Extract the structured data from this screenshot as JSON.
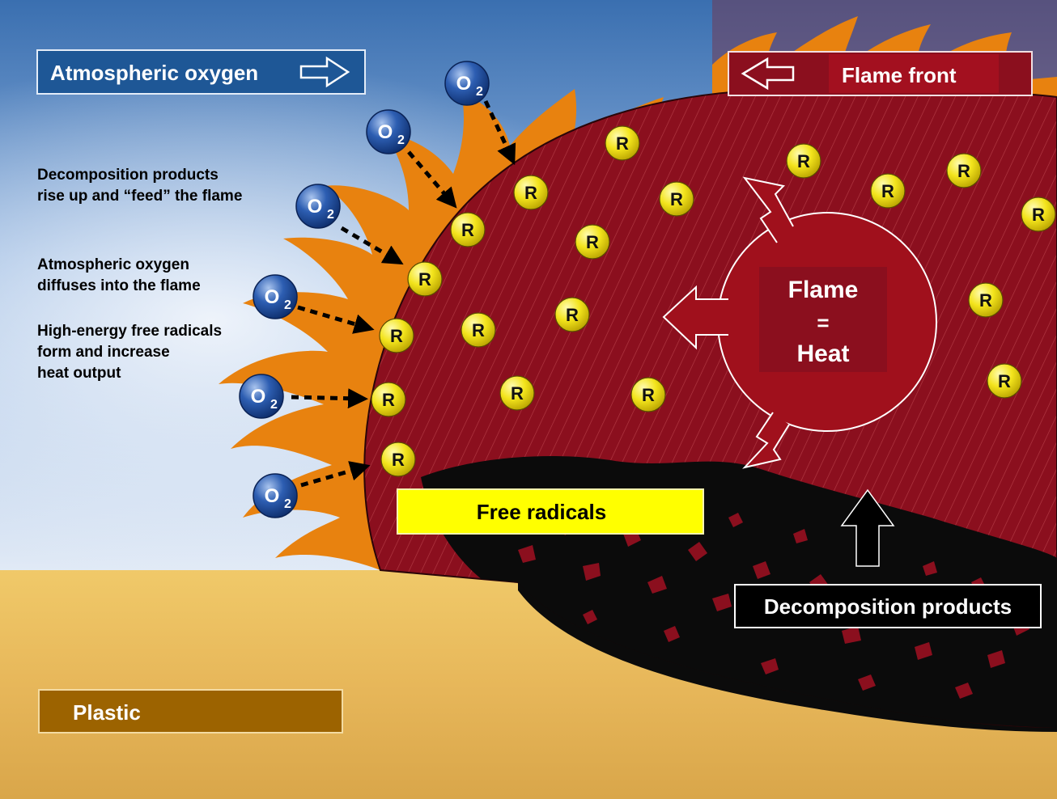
{
  "labels": {
    "atmospheric_oxygen": "Atmospheric oxygen",
    "flame_front": "Flame front",
    "flame_line1": "Flame",
    "flame_line2": "=",
    "flame_line3": "Heat",
    "free_radicals": "Free radicals",
    "decomposition_products": "Decomposition products",
    "plastic": "Plastic"
  },
  "notes": {
    "decomposition": "Decomposition products\nrise up and “feed” the flame",
    "oxygen_diffuses": "Atmospheric oxygen\ndiffuses into the flame",
    "radicals_form": "High-energy free radicals\nform and increase\nheat output"
  },
  "symbols": {
    "oxygen": "O",
    "oxygen_subscript": "2",
    "radical": "R"
  },
  "colors": {
    "sky_top": "#3a6fb0",
    "sky_light": "#dfe9f6",
    "flame_orange": "#e8820f",
    "flame_body": "#8b0f1e",
    "radical_yellow": "#f1e41a",
    "free_radicals_box": "#ffff00",
    "plastic_box": "#9c6300",
    "plastic_ground": "#e9bf5c",
    "oxygen_blue": "#1d4c9c",
    "label_blue": "#1e5796"
  },
  "icons": [
    "oxygen-molecule-icon",
    "radical-icon",
    "arrow-right-icon",
    "arrow-left-icon",
    "arrow-up-icon",
    "heat-burst-icon"
  ]
}
